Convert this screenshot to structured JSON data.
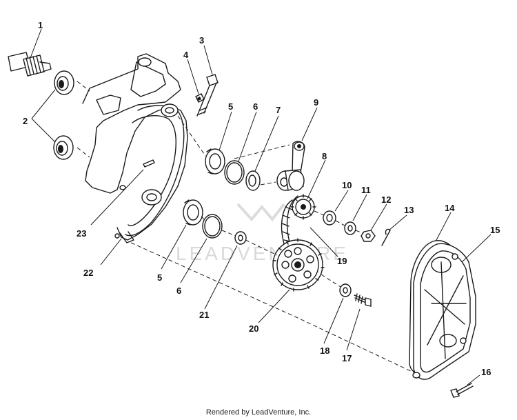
{
  "callouts": [
    {
      "id": "1",
      "label": "1"
    },
    {
      "id": "2",
      "label": "2"
    },
    {
      "id": "3",
      "label": "3"
    },
    {
      "id": "4",
      "label": "4"
    },
    {
      "id": "5a",
      "label": "5"
    },
    {
      "id": "5b",
      "label": "5"
    },
    {
      "id": "6a",
      "label": "6"
    },
    {
      "id": "6b",
      "label": "6"
    },
    {
      "id": "7",
      "label": "7"
    },
    {
      "id": "8",
      "label": "8"
    },
    {
      "id": "9",
      "label": "9"
    },
    {
      "id": "10",
      "label": "10"
    },
    {
      "id": "11",
      "label": "11"
    },
    {
      "id": "12",
      "label": "12"
    },
    {
      "id": "13",
      "label": "13"
    },
    {
      "id": "14",
      "label": "14"
    },
    {
      "id": "15",
      "label": "15"
    },
    {
      "id": "16",
      "label": "16"
    },
    {
      "id": "17",
      "label": "17"
    },
    {
      "id": "18",
      "label": "18"
    },
    {
      "id": "19",
      "label": "19"
    },
    {
      "id": "20",
      "label": "20"
    },
    {
      "id": "21",
      "label": "21"
    },
    {
      "id": "22",
      "label": "22"
    },
    {
      "id": "23",
      "label": "23"
    }
  ],
  "watermark": {
    "text": "LEADVENTURE"
  },
  "footer": {
    "text": "Rendered by LeadVenture, Inc."
  },
  "colors": {
    "line": "#1a1a1a",
    "watermark": "#d9d9d9",
    "background": "#ffffff"
  }
}
